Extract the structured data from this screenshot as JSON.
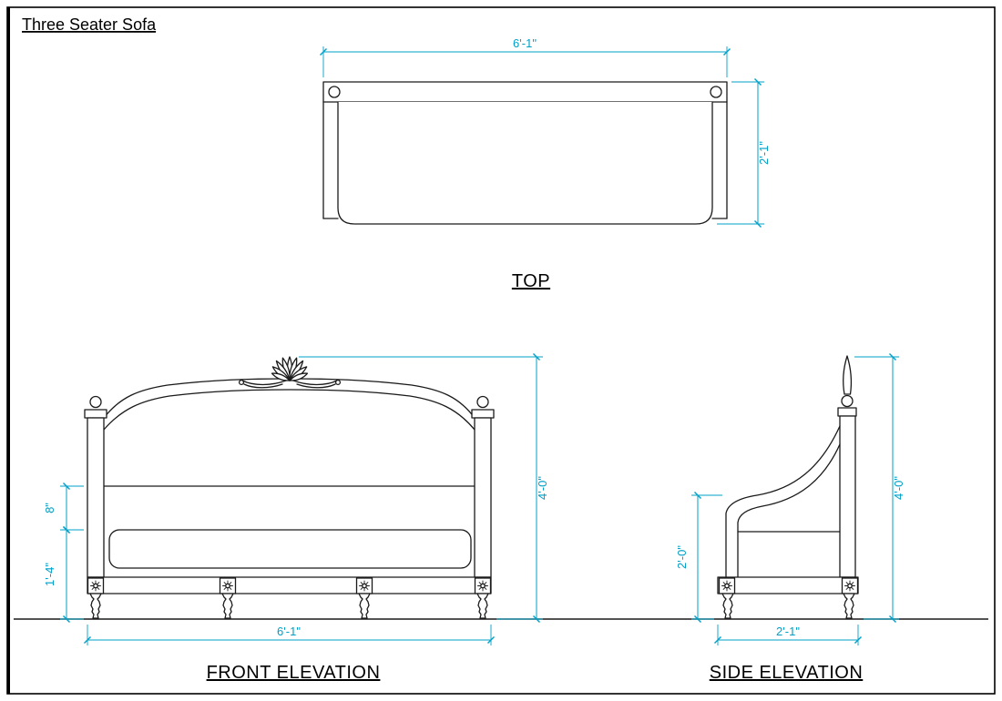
{
  "title": "Three Seater Sofa",
  "colors": {
    "line": "#1a1a1a",
    "dimension": "#00a0c8",
    "background": "#ffffff"
  },
  "views": {
    "top": {
      "label": "TOP",
      "dims": {
        "width": "6'-1\"",
        "depth": "2'-1\""
      }
    },
    "front": {
      "label": "FRONT ELEVATION",
      "dims": {
        "back_cushion_height": "8\"",
        "seat_height": "1'-4\"",
        "overall_height": "4'-0\"",
        "overall_width": "6'-1\""
      }
    },
    "side": {
      "label": "SIDE ELEVATION",
      "dims": {
        "arm_height": "2'-0\"",
        "overall_height": "4'-0\"",
        "overall_depth": "2'-1\""
      }
    }
  }
}
